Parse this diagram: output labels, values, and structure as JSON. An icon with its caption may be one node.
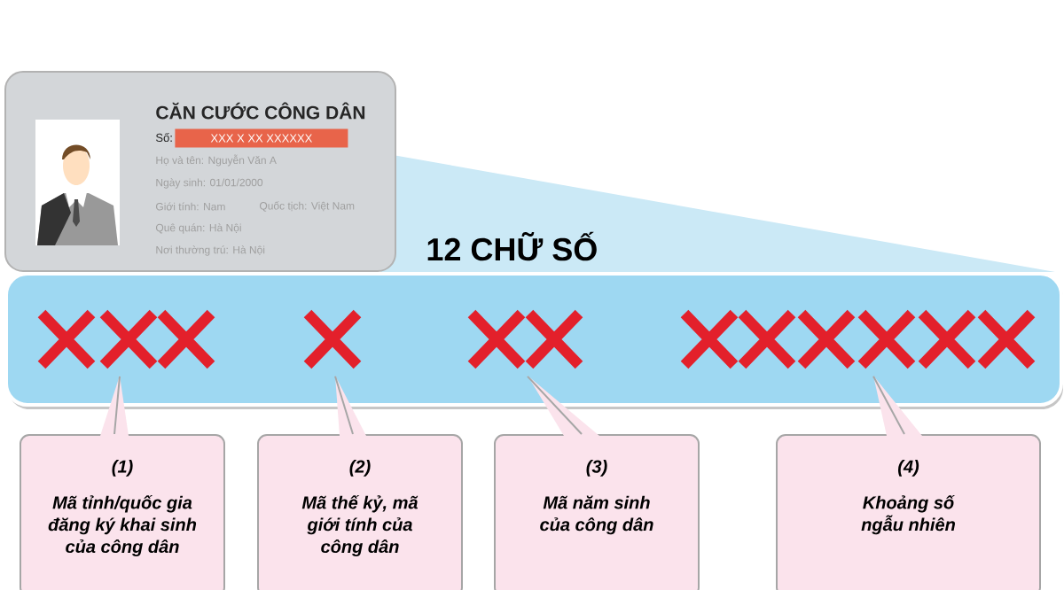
{
  "diagram": {
    "nodes": [
      {
        "text": [
          "CĂN CƯỚC CÔNG DÂN",
          "Số:",
          "Họ và tên: Nguyễn Văn A",
          "Ngày sinh: 01/01/2000",
          "Giới tính: Nam",
          "Quốc tịch: Việt Nam",
          "Quê quán: Hà Nội",
          "Nơi thường trú: Hà Nội"
        ]
      },
      {
        "text": [
          "XXX X XX XXXXXX"
        ],
        "in": 0
      },
      {
        "text": [
          "12 CHỮ SỐ"
        ]
      },
      {
        "text": [],
        "shape": "cross",
        "in": 2
      },
      {
        "text": [],
        "shape": "cross",
        "in": 2
      },
      {
        "text": [],
        "shape": "cross",
        "in": 2
      },
      {
        "text": [],
        "shape": "cross",
        "in": 2
      },
      {
        "text": [
          "(1)",
          "Mã tỉnh/quốc gia đăng ký khai sinh của công dân"
        ]
      },
      {
        "text": [
          "(2)",
          "Mã thế kỷ, mã giới tính của công dân"
        ]
      },
      {
        "text": [
          "(3)",
          "Mã năm sinh của công dân"
        ]
      },
      {
        "text": [
          "(4)",
          "Khoảng số ngẫu nhiên"
        ]
      }
    ],
    "edges": [
      {
        "from": 7,
        "to": 3,
        "arrow": "none"
      },
      {
        "from": 8,
        "to": 4,
        "arrow": "none"
      },
      {
        "from": 9,
        "to": 5,
        "arrow": "none"
      },
      {
        "from": 10,
        "to": 6,
        "arrow": "none"
      }
    ]
  }
}
